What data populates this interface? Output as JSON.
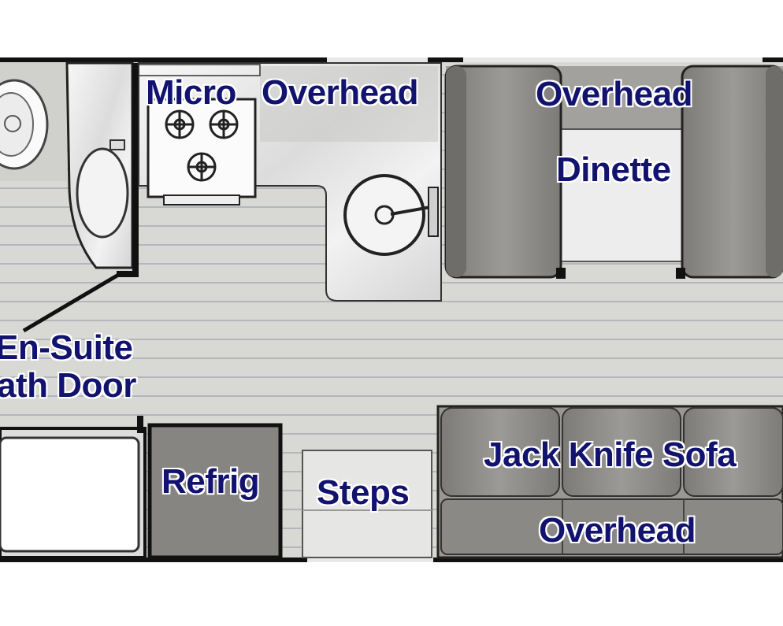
{
  "labels": {
    "micro": "Micro",
    "overhead_kitchen": "Overhead",
    "overhead_dinette": "Overhead",
    "dinette": "Dinette",
    "ensuite_line1": "En-Suite",
    "ensuite_line2": "ath Door",
    "refrig": "Refrig",
    "steps": "Steps",
    "sofa": "Jack Knife Sofa",
    "overhead_sofa": "Overhead"
  },
  "colors": {
    "floor": "#d8d8d4",
    "floor_line": "#b3b6bc",
    "wall": "#111111",
    "cushion": "#8a8884",
    "cushion_light": "#9a9894",
    "counter": "#eeeeee",
    "label": "#12136e"
  }
}
